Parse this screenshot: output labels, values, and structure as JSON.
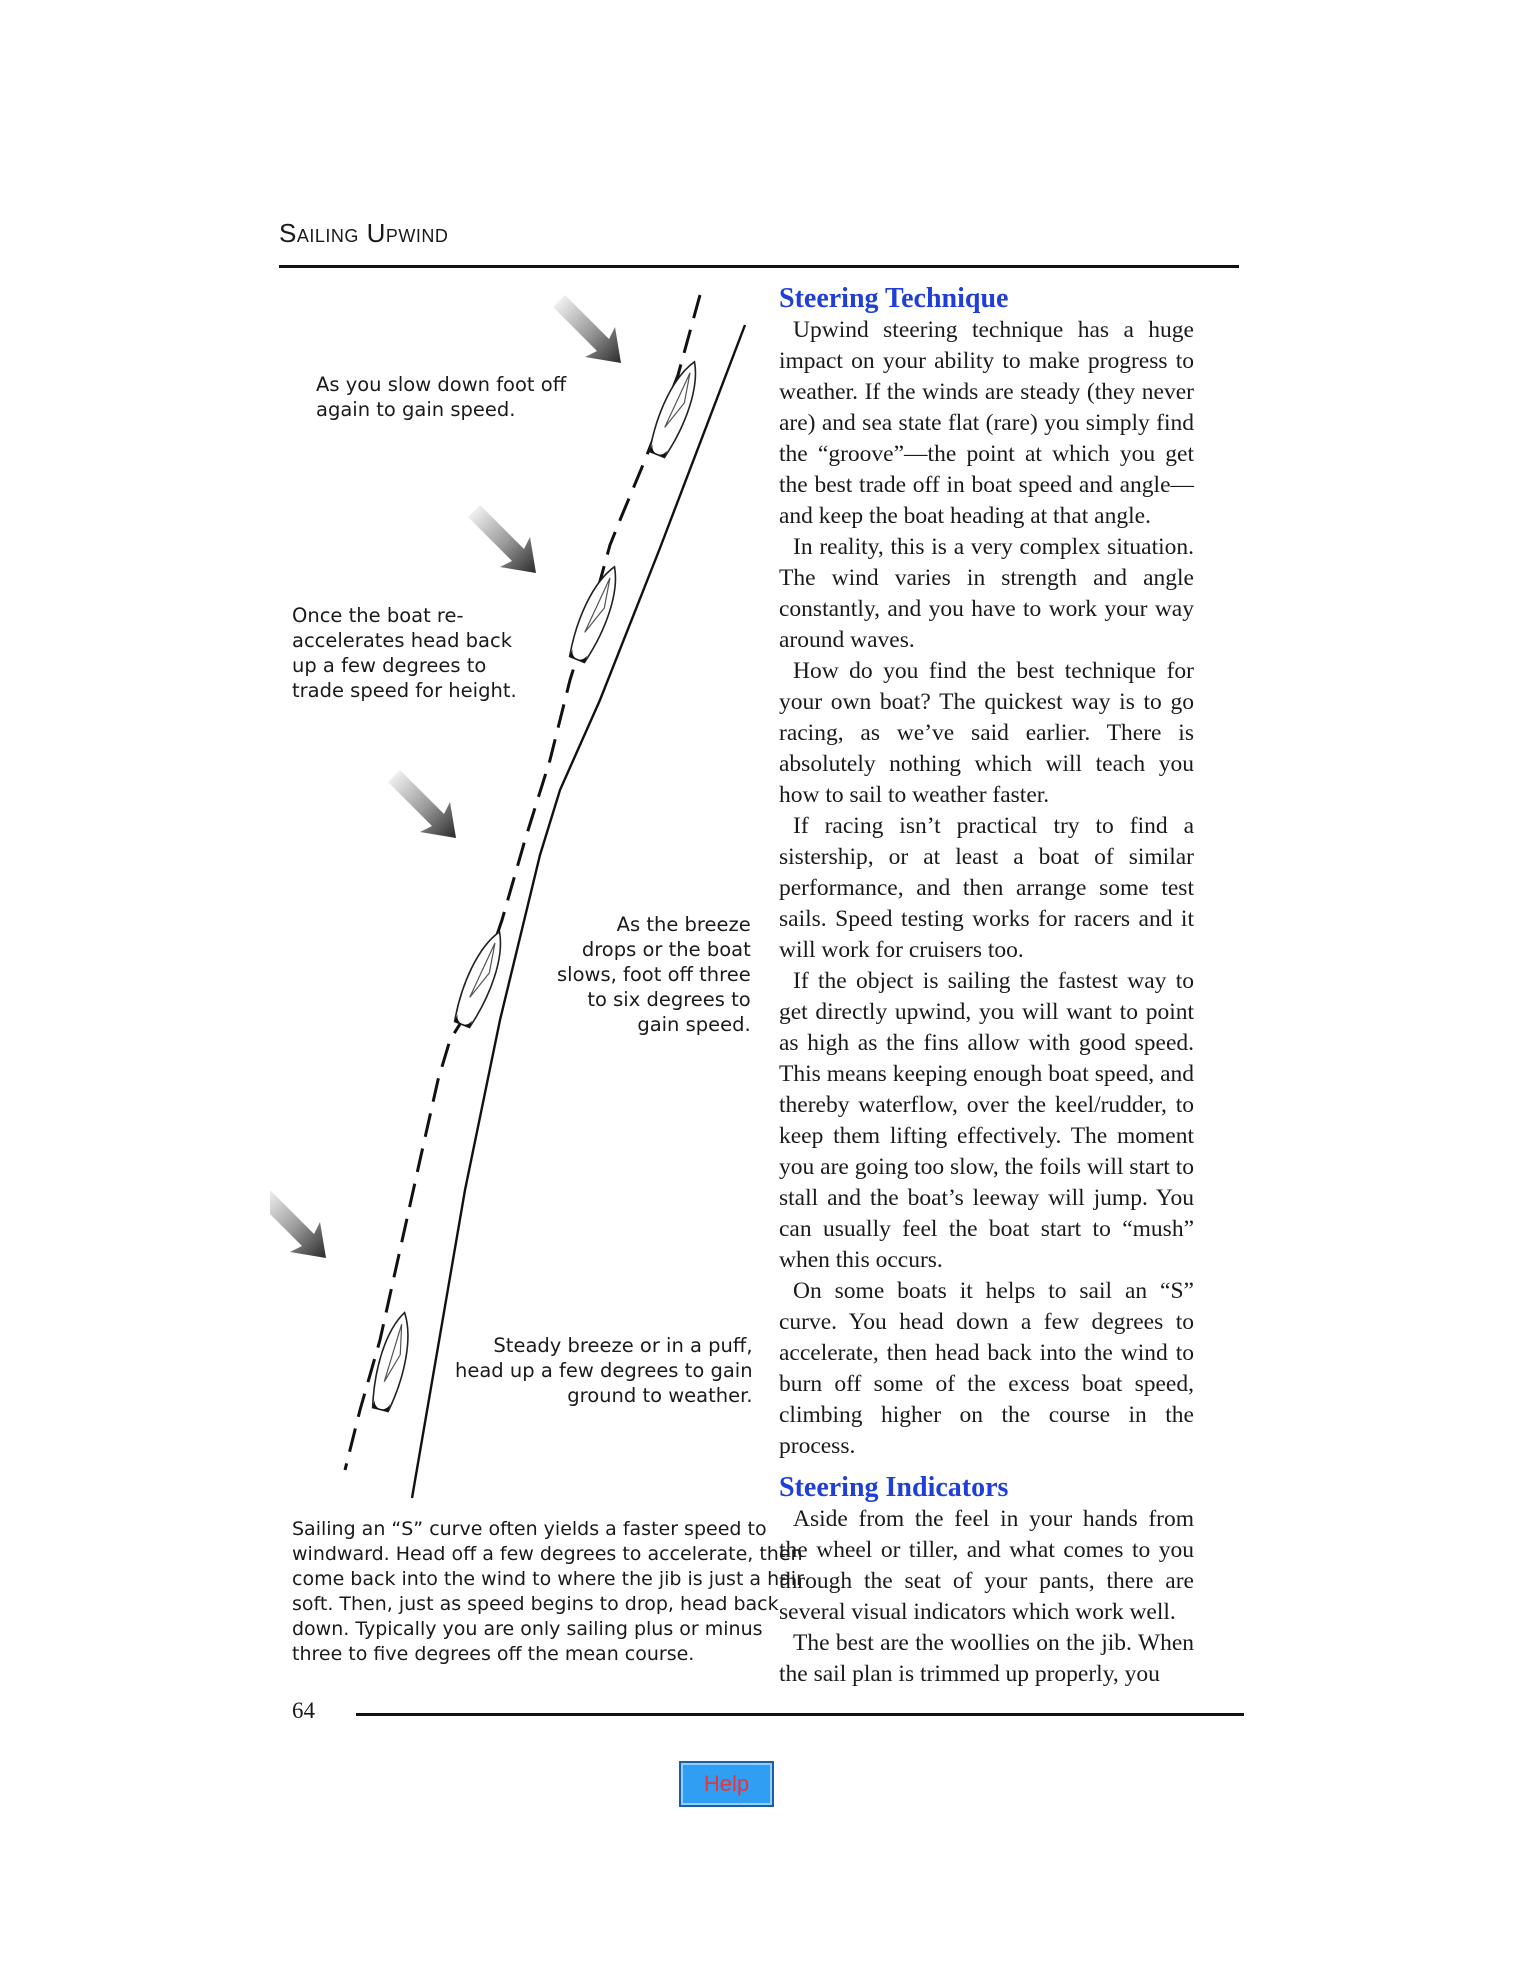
{
  "header": {
    "title": "Sailing Upwind"
  },
  "figure": {
    "captions": [
      "As you slow down foot off\nagain to gain speed.",
      "Once the boat re-\naccelerates head back\nup a few degrees to\ntrade speed for height.",
      "As the breeze\ndrops or the boat\nslows, foot off three\nto six degrees to\ngain speed.",
      "Steady breeze or in a puff,\nhead up a few degrees to gain\nground to weather.",
      "Sailing an “S” curve often yields a faster speed to\nwindward. Head off a few degrees to accelerate, then\ncome back into the wind to where the jib is just a hair\nsoft. Then, just as speed begins to drop, head back\ndown. Typically you are only sailing plus or minus\nthree to five degrees off the mean course."
    ],
    "icons": [
      "wind-arrow-icon",
      "sailboat-icon"
    ]
  },
  "sections": [
    {
      "heading": "Steering Technique",
      "paragraphs": [
        "Upwind steering technique has a huge impact on your ability to make progress to weather. If the winds are steady (they never are) and sea state flat (rare) you simply find the “groove”—the point at which you get the best trade off in boat speed and angle—and keep the boat heading at that angle.",
        "In reality, this is a very complex situation. The wind varies in strength and angle constantly, and you have to work your way around waves.",
        "How do you find the best technique for your own boat? The quickest way is to go racing, as we’ve said earlier. There is absolutely nothing which will teach you how to sail to weather faster.",
        "If racing isn’t practical try to find a sistership, or at least a boat of similar performance, and then arrange some test sails. Speed testing works for racers and it will work for cruisers too.",
        "If the object is sailing the fastest way to get directly upwind, you will want to point as high as the fins allow with good speed. This means keeping enough boat speed, and thereby waterflow, over the keel/rudder, to keep them lifting effectively. The moment you are going too slow, the foils will start to stall and the boat’s leeway will jump. You can usually feel the boat start to “mush” when this occurs.",
        "On some boats it helps to sail an “S” curve. You head down a few degrees to accelerate, then head back into the wind to burn off some of the excess boat speed, climbing higher on the course in the process."
      ]
    },
    {
      "heading": "Steering Indicators",
      "paragraphs": [
        "Aside from the feel in your hands from the wheel or tiller, and what comes to you through the seat of your pants, there are several visual indicators which work well.",
        "The best are the woollies on the jib. When the sail plan is trimmed up properly, you"
      ]
    }
  ],
  "footer": {
    "page_number": "64"
  },
  "help_button": {
    "label": "Help"
  }
}
